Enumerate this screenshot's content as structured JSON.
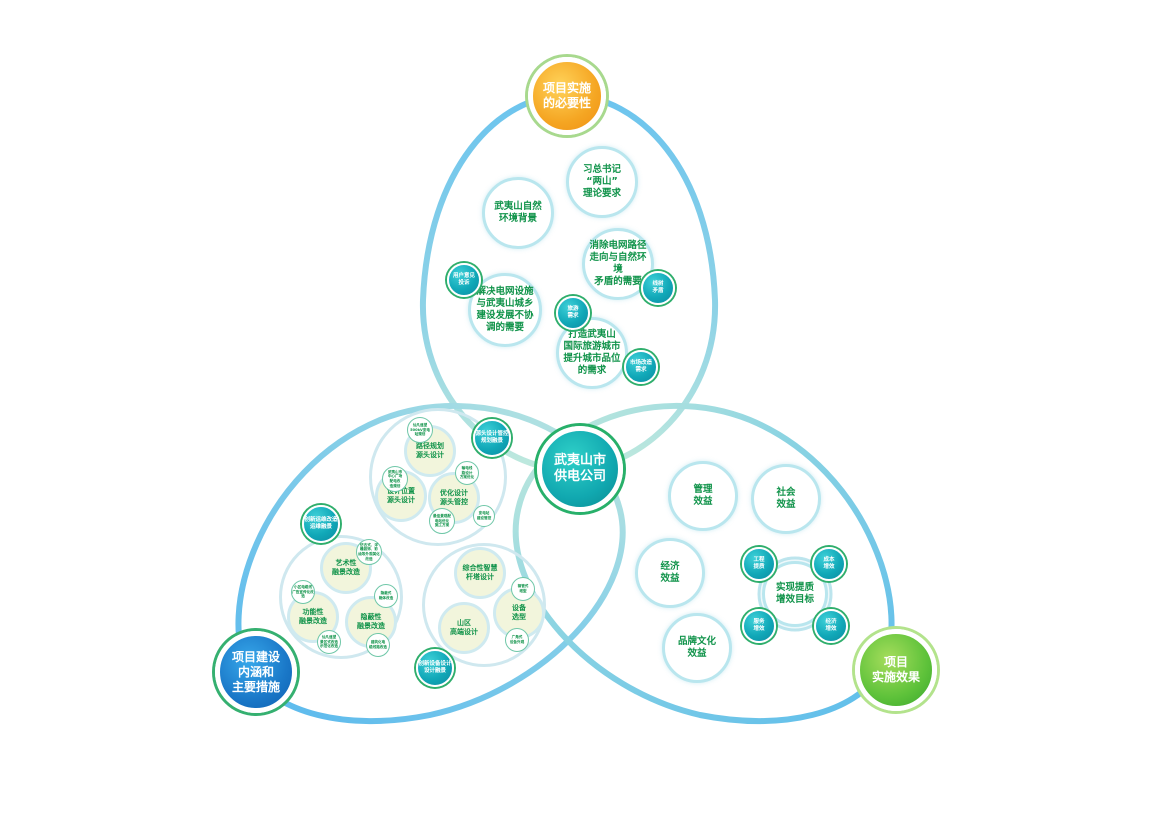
{
  "colors": {
    "ring_blue": "#79c9ec",
    "ring_teal": "#9fdccc",
    "text_green": "#10934a",
    "cream": "#f2f5dc"
  },
  "hubs": {
    "center": "武夷山市\n供电公司",
    "top": "项目实施\n的必要性",
    "left": "项目建设\n内涵和\n主要措施",
    "right": "项目\n实施效果"
  },
  "top_section": {
    "nodes": [
      "习总书记\n“两山”\n理论要求",
      "武夷山自然\n环境背景",
      "消除电网路径\n走向与自然环境\n矛盾的需要",
      "解决电网设施\n与武夷山城乡\n建设发展不协\n调的需要",
      "打造武夷山\n国际旅游城市\n提升城市品位\n的需求"
    ],
    "tags": [
      "用户意见\n投诉",
      "线树\n矛盾",
      "旅游\n需求",
      "市场改造\n需求"
    ]
  },
  "left_section": {
    "cluster_a": {
      "main": [
        "路径规划\n源头设计",
        "设计位置\n源头设计",
        "优化设计\n源头管控"
      ],
      "tiny": [
        "仙凡遥望\n500kV变电\n站规划",
        "武夷山市\n中心广场\n配电改\n造规划",
        "输电线\n路设计\n方案优化",
        "最佳景观配\n电站优化\n施工方案",
        "变电站\n建设管控"
      ]
    },
    "cluster_b": {
      "main": [
        "艺术性\n融景改造",
        "功能性\n融景改造",
        "隐蔽性\n融景改造"
      ],
      "tiny": [
        "仿古式、浮\n雕装饰、彩\n绘等外观美化\n改造",
        "小区电缆线\n广告宣传化改造",
        "隐蔽式\n箱体改造",
        "仙凡遥望\n景区式改造\n示范化改造",
        "建筑化电\n缆线路改造"
      ]
    },
    "cluster_c": {
      "main": [
        "综合性智慧\n杆塔设计",
        "山区\n高端设计",
        "设备\n选型"
      ],
      "tiny": [
        "钢管式\n塔型",
        "广角式\n设备外观"
      ]
    },
    "tags": [
      "源头设计管控\n规划融景",
      "创新运维改造\n运维融景",
      "创新设备设计\n设计融景"
    ]
  },
  "right_section": {
    "nodes": [
      "管理\n效益",
      "社会\n效益",
      "经济\n效益",
      "品牌文化\n效益"
    ],
    "goal": "实现提质\n增效目标",
    "goal_tags": [
      "工程\n提质",
      "成本\n增效",
      "服务\n增效",
      "经济\n增效"
    ]
  }
}
